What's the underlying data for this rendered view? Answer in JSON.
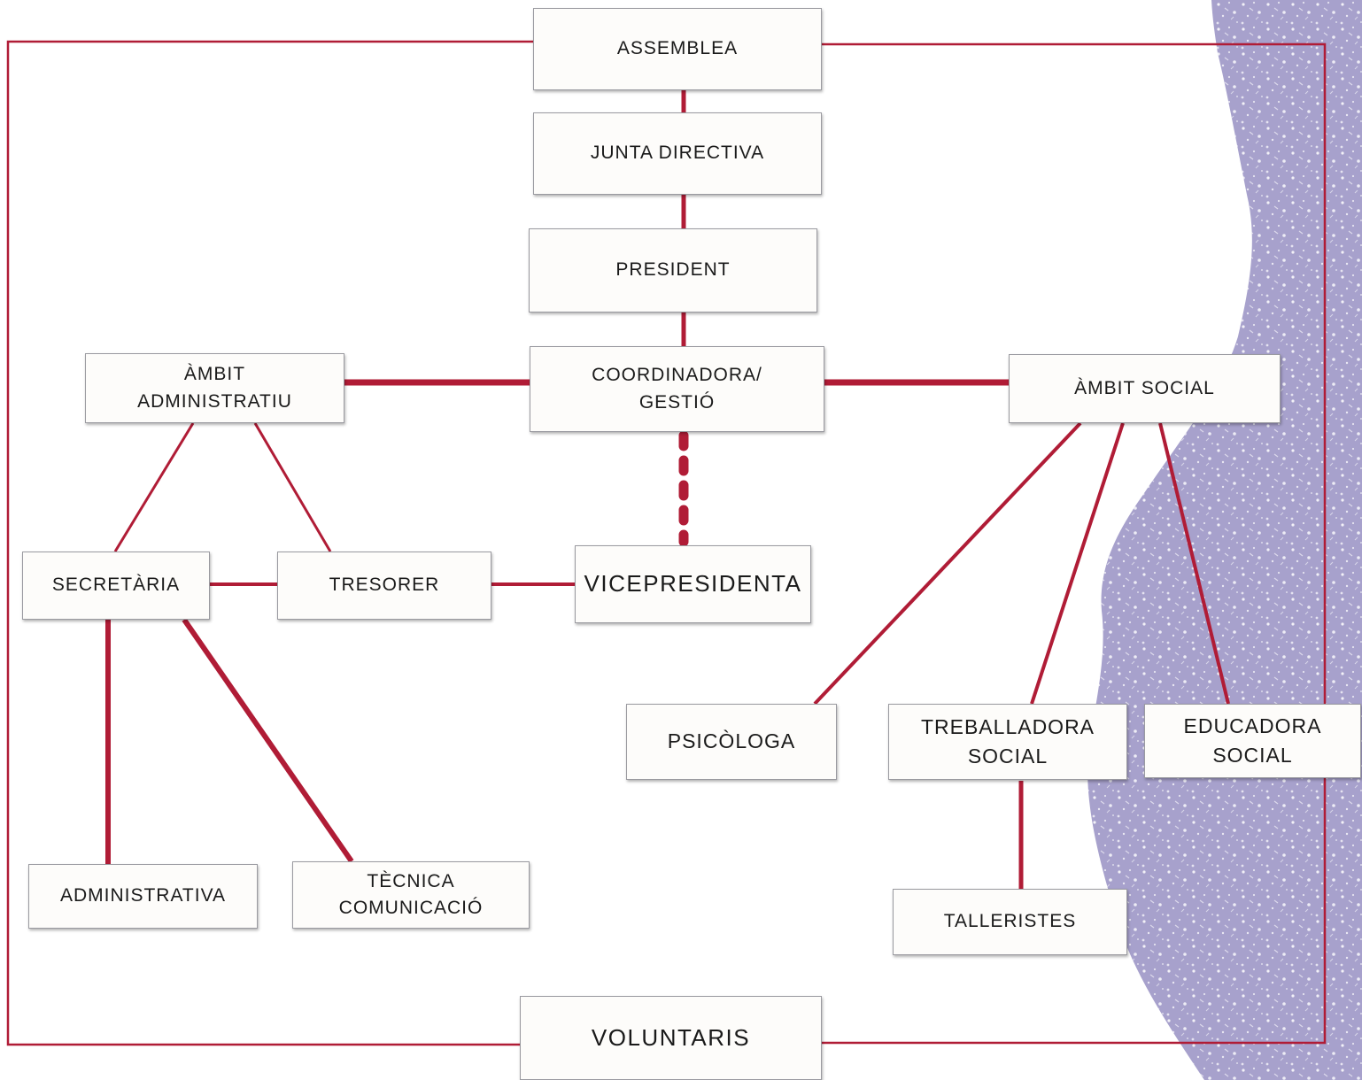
{
  "colors": {
    "connector": "#b01c36",
    "accent_blob": "#a7a1cc",
    "box_fill": "#fdfcfa",
    "box_border": "#9a9aa0"
  },
  "nodes": {
    "assemblea": "ASSEMBLEA",
    "junta_directiva": "JUNTA DIRECTIVA",
    "president": "PRESIDENT",
    "coordinadora": {
      "line1": "COORDINADORA/",
      "line2": "GESTIÓ"
    },
    "ambit_administratiu": {
      "line1": "ÀMBIT",
      "line2": "ADMINISTRATIU"
    },
    "ambit_social": "ÀMBIT SOCIAL",
    "secretaria": "SECRETÀRIA",
    "tresorer": "TRESORER",
    "vicepresidenta": "VICEPRESIDENTA",
    "psicologa": "PSICÒLOGA",
    "treballadora_social": {
      "line1": "TREBALLADORA",
      "line2": "SOCIAL"
    },
    "educadora_social": {
      "line1": "EDUCADORA",
      "line2": "SOCIAL"
    },
    "administrativa": "ADMINISTRATIVA",
    "tecnica_comunicacio": {
      "line1": "TÈCNICA",
      "line2": "COMUNICACIÓ"
    },
    "talleristes": "TALLERISTES",
    "voluntaris": "VOLUNTARIS"
  }
}
